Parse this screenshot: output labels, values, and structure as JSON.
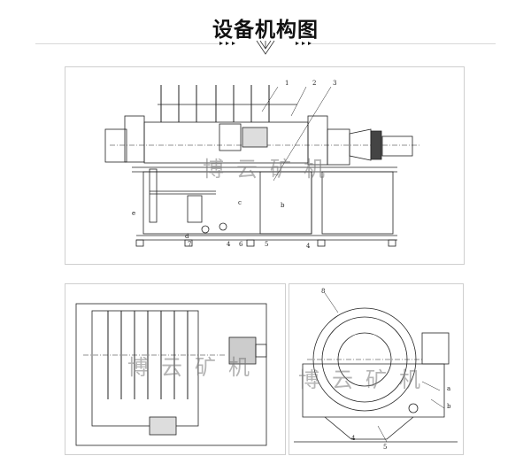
{
  "header": {
    "title": "设备机构图"
  },
  "watermark": "博云矿机",
  "drawings": {
    "front_view": {
      "labels": [
        "1",
        "2",
        "3",
        "e",
        "d",
        "7",
        "4",
        "6",
        "5",
        "c",
        "b",
        "4"
      ]
    },
    "top_view": {
      "labels": []
    },
    "side_view": {
      "labels": [
        "8",
        "a",
        "b",
        "4",
        "5"
      ]
    }
  }
}
